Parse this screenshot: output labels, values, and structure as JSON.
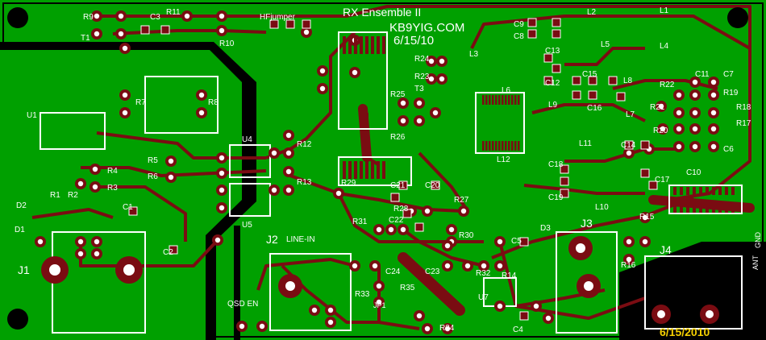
{
  "board": {
    "title": "RX Ensemble II",
    "callsign": "KB9YIG.COM",
    "date": "6/15/10",
    "date_stamp": "6/15/2010"
  },
  "colors": {
    "substrate": "#00a000",
    "pour": "#00c800",
    "copper_trace": "#7a0c12",
    "ground_fill": "#000000",
    "silkscreen": "#ffffff",
    "date_stamp": "#f5d000"
  },
  "labels": {
    "hf_jumper": "HFjumper",
    "line_in": "LINE-IN",
    "qsd_en": "QSD EN",
    "ant": "ANT",
    "gnd": "GND",
    "jp1": "JP1"
  },
  "connectors": {
    "j1": "J1",
    "j2": "J2",
    "j3": "J3",
    "j4": "J4"
  },
  "ics": {
    "u1": "U1",
    "u4": "U4",
    "u5": "U5",
    "u7": "U7",
    "t1": "T1",
    "t3": "T3"
  },
  "diodes": {
    "d1": "D1",
    "d2": "D2",
    "d3": "D3"
  },
  "resistors": {
    "r1": "R1",
    "r2": "R2",
    "r3": "R3",
    "r4": "R4",
    "r5": "R5",
    "r6": "R6",
    "r7": "R7",
    "r8": "R8",
    "r9": "R9",
    "r10": "R10",
    "r11": "R11",
    "r12": "R12",
    "r13": "R13",
    "r14": "R14",
    "r15": "R15",
    "r16": "R16",
    "r17": "R17",
    "r18": "R18",
    "r19": "R19",
    "r20": "R20",
    "r21": "R21",
    "r22": "R22",
    "r23": "R23",
    "r24": "R24",
    "r25": "R25",
    "r26": "R26",
    "r27": "R27",
    "r28": "R28",
    "r29": "R29",
    "r30": "R30",
    "r31": "R31",
    "r32": "R32",
    "r33": "R33",
    "r34": "R34",
    "r35": "R35"
  },
  "capacitors": {
    "c1": "C1",
    "c2": "C2",
    "c3": "C3",
    "c4": "C4",
    "c5": "C5",
    "c6": "C6",
    "c7": "C7",
    "c8": "C8",
    "c9": "C9",
    "c10": "C10",
    "c11": "C11",
    "c12": "C12",
    "c13": "C13",
    "c14": "C14",
    "c15": "C15",
    "c16": "C16",
    "c17": "C17",
    "c18": "C18",
    "c19": "C19",
    "c20": "C20",
    "c21": "C21",
    "c22": "C22",
    "c23": "C23",
    "c24": "C24"
  },
  "inductors": {
    "l1": "L1",
    "l2": "L2",
    "l3": "L3",
    "l4": "L4",
    "l5": "L5",
    "l6": "L6",
    "l7": "L7",
    "l8": "L8",
    "l9": "L9",
    "l10": "L10",
    "l11": "L11",
    "l12": "L12"
  }
}
